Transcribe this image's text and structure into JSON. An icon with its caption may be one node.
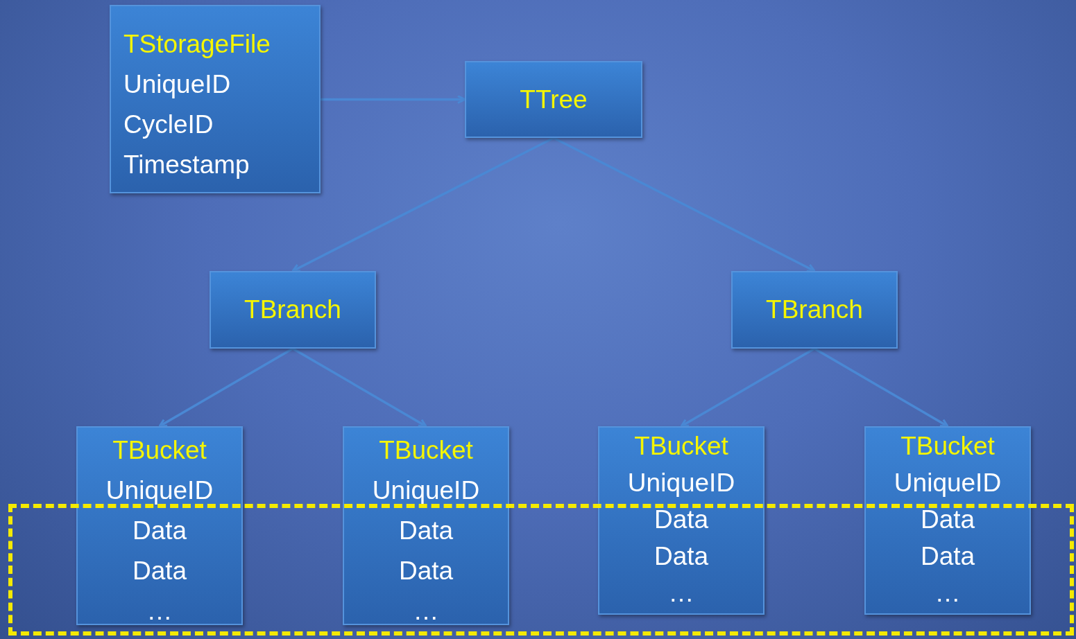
{
  "diagram": {
    "nodes": [
      {
        "text": [
          "TStorageFile",
          "UniqueID",
          "CycleID",
          "Timestamp"
        ]
      },
      {
        "text": [
          "TTree"
        ]
      },
      {
        "text": [
          "TBranch"
        ]
      },
      {
        "text": [
          "TBranch"
        ]
      },
      {
        "text": [
          "TBucket",
          "UniqueID",
          "Data",
          "Data",
          "…"
        ]
      },
      {
        "text": [
          "TBucket",
          "UniqueID",
          "Data",
          "Data",
          "…"
        ]
      },
      {
        "text": [
          "TBucket",
          "UniqueID",
          "Data",
          "Data",
          "…"
        ]
      },
      {
        "text": [
          "TBucket",
          "UniqueID",
          "Data",
          "Data",
          "…"
        ]
      },
      {
        "text": [],
        "shape": "box"
      }
    ],
    "edges": [
      {
        "from": 0,
        "to": 1,
        "arrow": "to"
      },
      {
        "from": 1,
        "to": 2,
        "arrow": "to"
      },
      {
        "from": 1,
        "to": 3,
        "arrow": "to"
      },
      {
        "from": 2,
        "to": 4,
        "arrow": "to"
      },
      {
        "from": 2,
        "to": 5,
        "arrow": "to"
      },
      {
        "from": 3,
        "to": 6,
        "arrow": "to"
      },
      {
        "from": 3,
        "to": 7,
        "arrow": "to"
      }
    ]
  }
}
